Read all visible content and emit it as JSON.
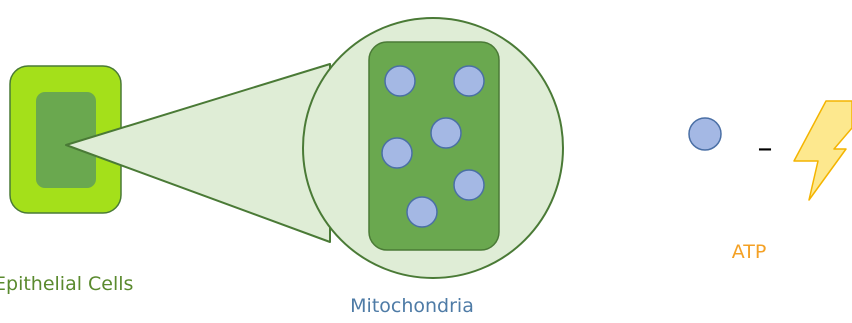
{
  "labels": {
    "epithelial": "Epithelial Cells",
    "mitochondria": "Mitochondria",
    "atp": "ATP",
    "dash": "–"
  },
  "colors": {
    "cell_outer": "#a4e01a",
    "cell_inner": "#6aa84f",
    "magnifier_fill": "#dfedd6",
    "magnifier_stroke": "#4a7a36",
    "mito_fill": "#6aa84f",
    "mito_stroke": "#4a7a36",
    "dot_fill": "#a4b8e4",
    "dot_stroke": "#4a6fa5",
    "epithelial_label": "#5a8a2e",
    "mitochondria_label": "#4e7ba6",
    "atp_label": "#f4a125",
    "bolt_fill": "#fde88e",
    "bolt_stroke": "#f4b400",
    "dash": "#000000"
  },
  "icons": {
    "bolt": "lightning-bolt-icon",
    "dot": "circle-icon"
  }
}
